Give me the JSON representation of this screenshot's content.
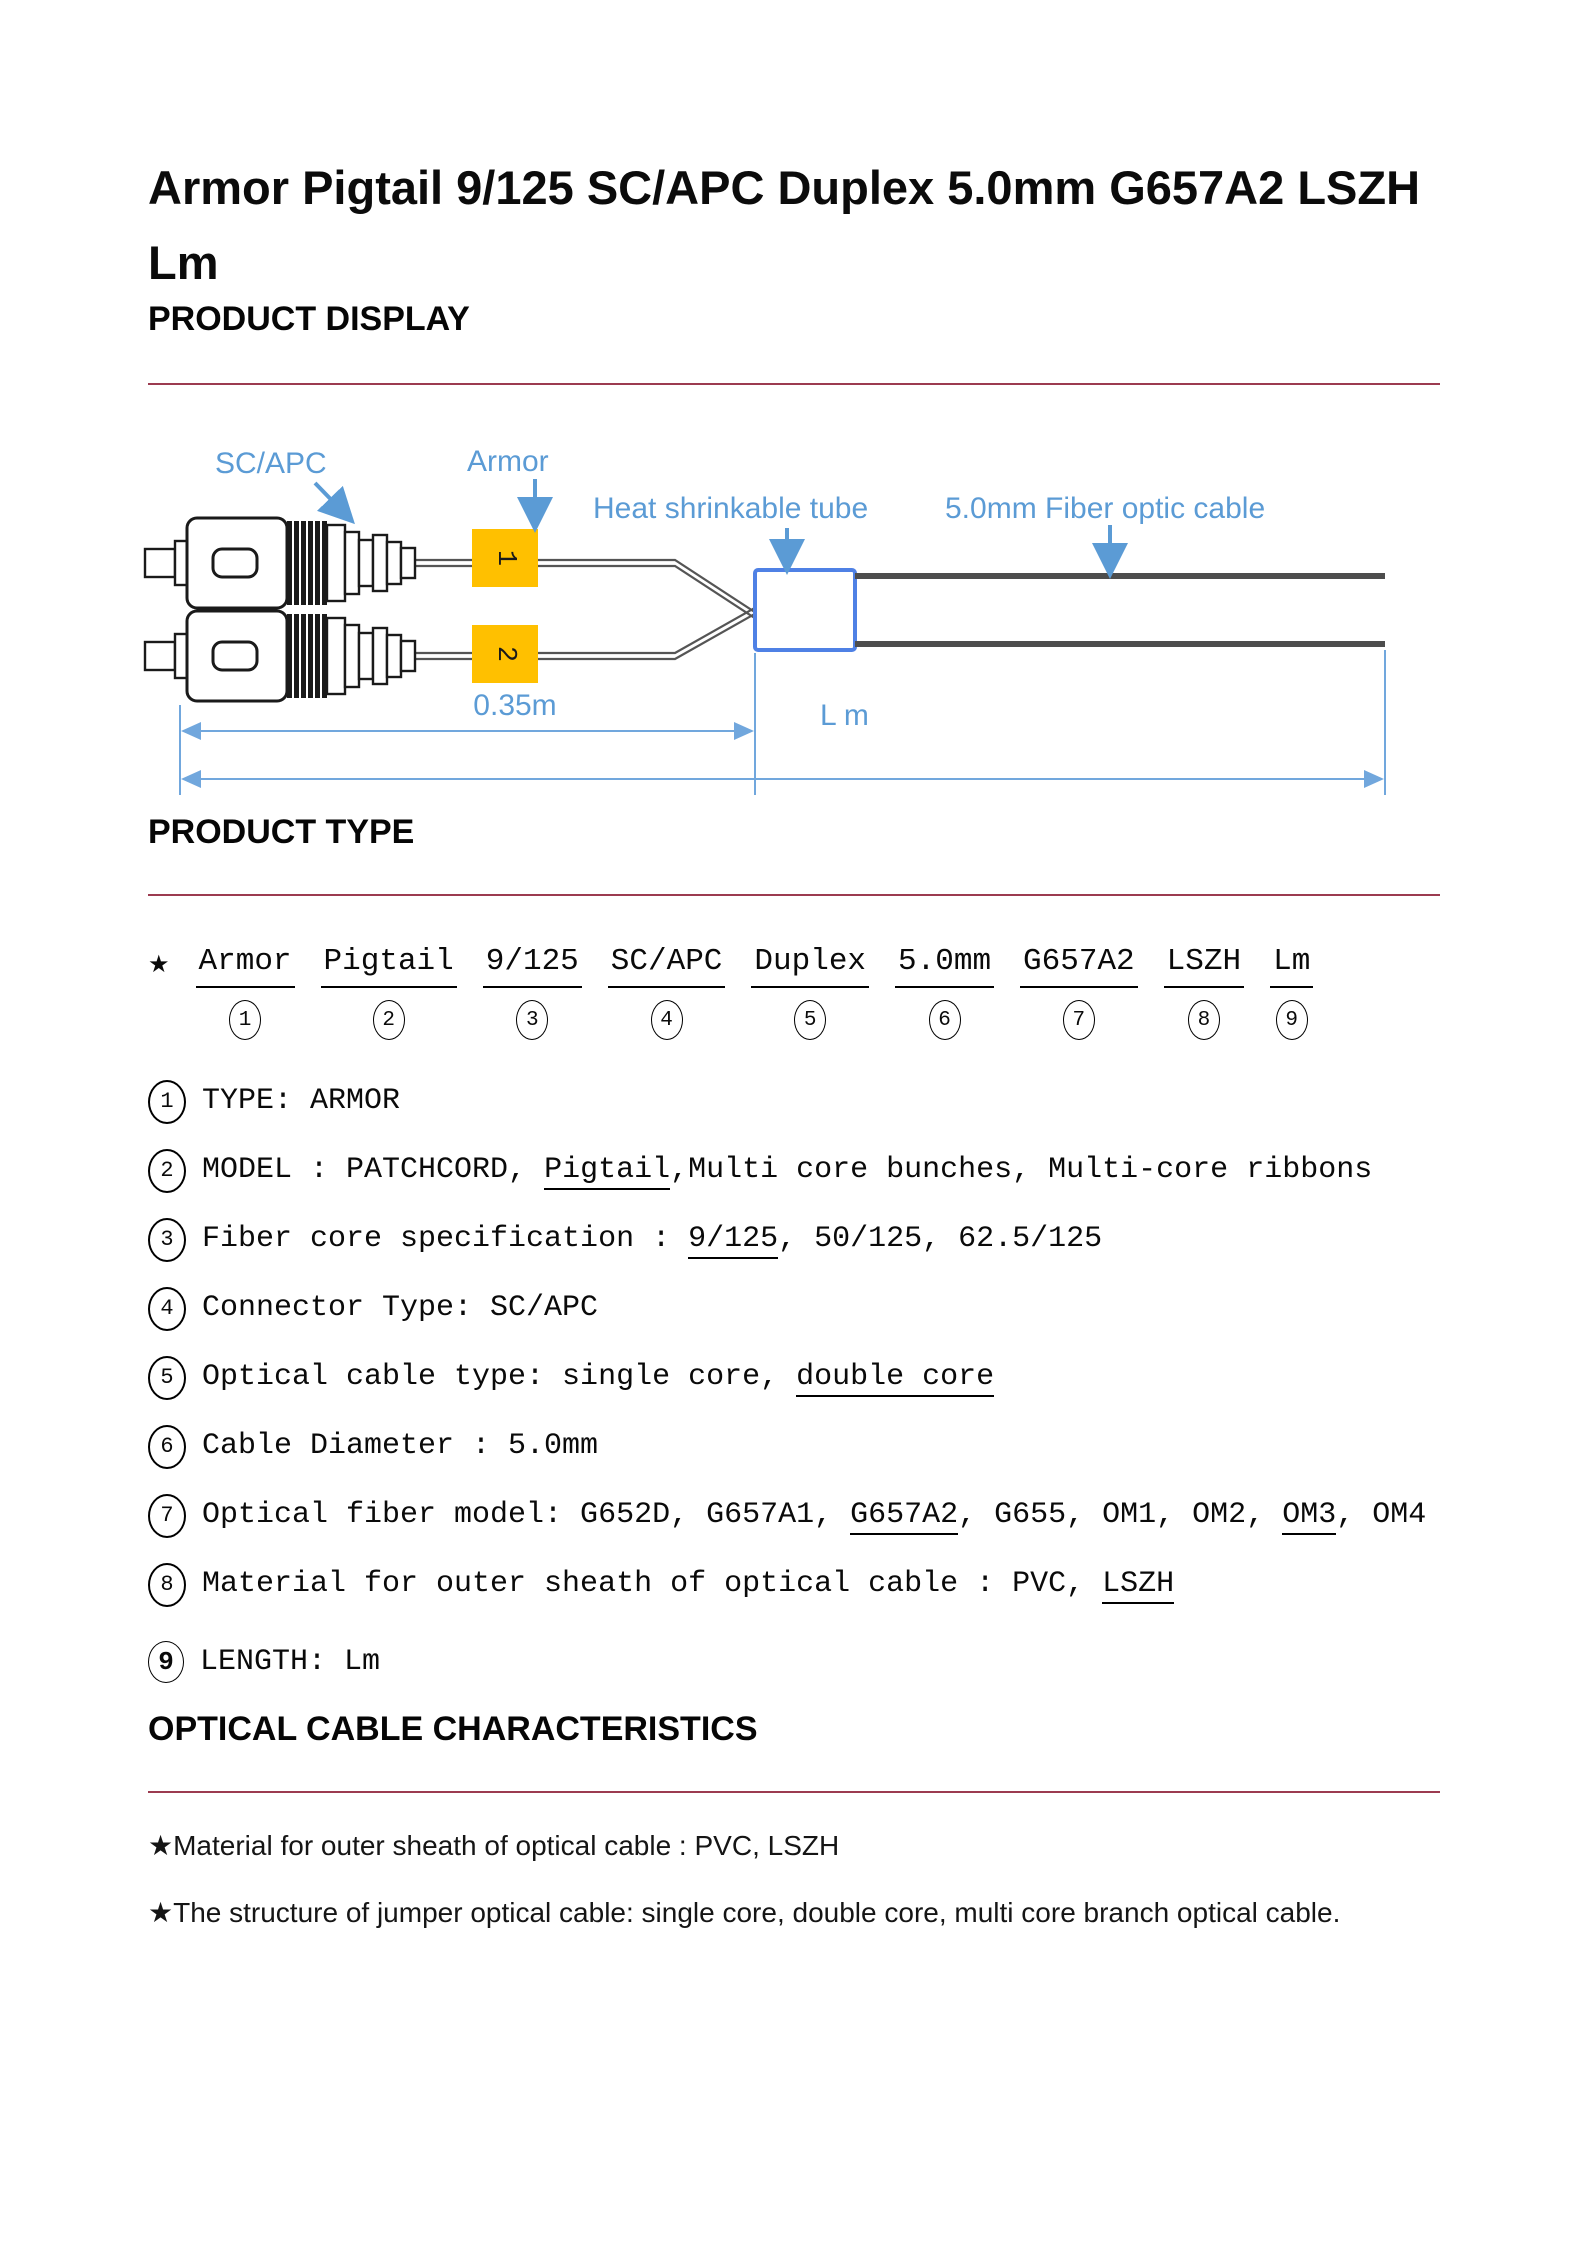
{
  "page_title": "Armor Pigtail 9/125 SC/APC Duplex 5.0mm G657A2 LSZH Lm",
  "colors": {
    "rule": "#9c3b50",
    "label_blue": "#5b9bd5",
    "dim_blue": "#71a7dd",
    "tag_yellow": "#ffc000",
    "tube_stroke": "#4f81e5",
    "cable_gray": "#4d4d4d",
    "ink": "#1a1a1a"
  },
  "sections": {
    "display_heading": "PRODUCT DISPLAY",
    "type_heading": "PRODUCT TYPE",
    "chars_heading": "OPTICAL CABLE CHARACTERISTICS"
  },
  "diagram": {
    "labels": {
      "connector": "SC/APC",
      "armor": "Armor",
      "heat_tube": "Heat shrinkable tube",
      "cable": "5.0mm Fiber optic cable"
    },
    "tags": {
      "first": "1",
      "second": "2"
    },
    "dimensions": {
      "pigtail": "0.35m",
      "length": "L m"
    }
  },
  "type_breakdown": {
    "star": "★",
    "parts": [
      {
        "word": "Armor",
        "num": "1"
      },
      {
        "word": "Pigtail",
        "num": "2"
      },
      {
        "word": "9/125",
        "num": "3"
      },
      {
        "word": "SC/APC",
        "num": "4"
      },
      {
        "word": "Duplex",
        "num": "5"
      },
      {
        "word": "5.0mm",
        "num": "6"
      },
      {
        "word": "G657A2",
        "num": "7"
      },
      {
        "word": "LSZH",
        "num": "8"
      },
      {
        "word": "Lm",
        "num": "9"
      }
    ]
  },
  "type_items": [
    {
      "num": "1",
      "segments": [
        {
          "text": "TYPE: ARMOR"
        }
      ]
    },
    {
      "num": "2",
      "segments": [
        {
          "text": "MODEL : PATCHCORD, "
        },
        {
          "text": "Pigtail",
          "u": true
        },
        {
          "text": ",Multi core bunches, Multi-core ribbons"
        }
      ]
    },
    {
      "num": "3",
      "segments": [
        {
          "text": "Fiber core specification : "
        },
        {
          "text": "9/125",
          "u": true
        },
        {
          "text": ", 50/125, 62.5/125"
        }
      ]
    },
    {
      "num": "4",
      "segments": [
        {
          "text": "Connector Type: SC/APC"
        }
      ]
    },
    {
      "num": "5",
      "segments": [
        {
          "text": "Optical cable type: single core, "
        },
        {
          "text": "double core",
          "u": true
        }
      ]
    },
    {
      "num": "6",
      "segments": [
        {
          "text": "Cable Diameter : 5.0mm"
        }
      ]
    },
    {
      "num": "7",
      "segments": [
        {
          "text": "Optical fiber model: G652D, G657A1, "
        },
        {
          "text": "G657A2",
          "u": true
        },
        {
          "text": ", G655, OM1, OM2, "
        },
        {
          "text": "OM3",
          "u": true
        },
        {
          "text": ", OM4"
        }
      ]
    },
    {
      "num": "8",
      "segments": [
        {
          "text": "Material for outer sheath of optical cable : PVC, "
        },
        {
          "text": "LSZH",
          "u": true
        }
      ]
    },
    {
      "num": "9",
      "segments": [
        {
          "text": "LENGTH: Lm"
        }
      ]
    }
  ],
  "characteristics": [
    "★Material for outer sheath of optical cable : PVC, LSZH",
    "★The structure of jumper optical cable: single core, double core, multi core branch optical cable."
  ]
}
